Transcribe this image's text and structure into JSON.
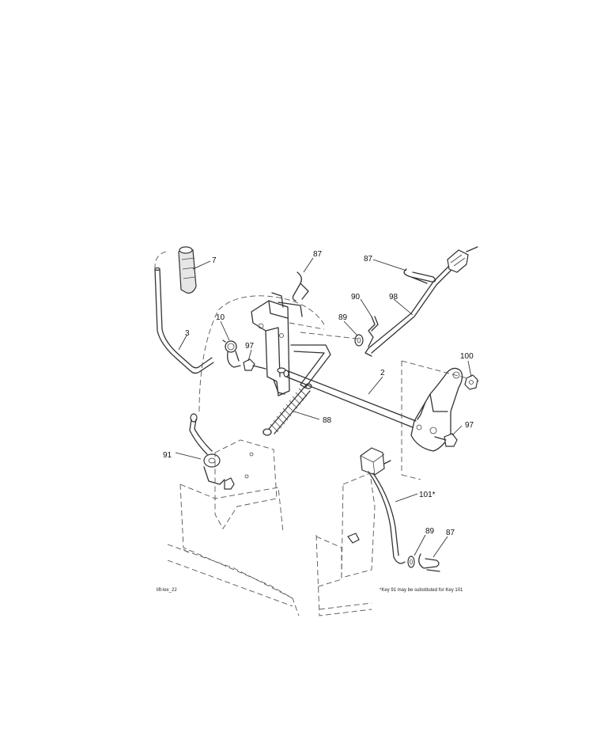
{
  "callouts": {
    "c7": "7",
    "c87a": "87",
    "c87b": "87",
    "c87c": "87",
    "c90": "90",
    "c98": "98",
    "c89a": "89",
    "c89b": "89",
    "c10": "10",
    "c3": "3",
    "c97a": "97",
    "c97b": "97",
    "c100": "100",
    "c2": "2",
    "c88": "88",
    "c91": "91",
    "c101": "101*"
  },
  "footer": {
    "drawing_id": "lift-lex_22",
    "note": "*Key 91 may be substituted for Key 101"
  }
}
